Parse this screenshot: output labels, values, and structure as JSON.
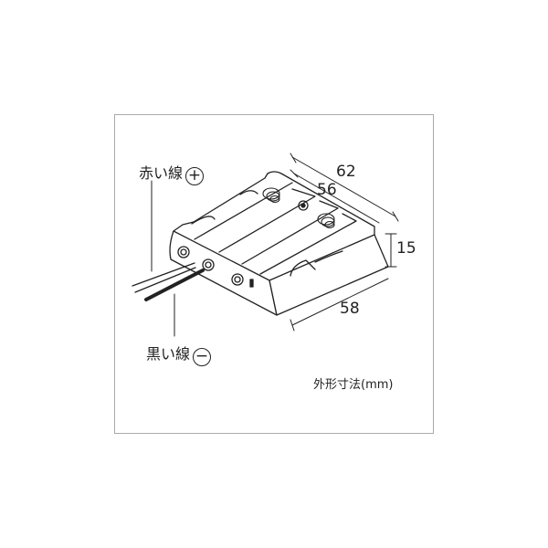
{
  "labels": {
    "red_wire": "赤い線",
    "red_symbol": "+",
    "black_wire": "黒い線",
    "black_symbol": "−"
  },
  "dimensions": {
    "outer_width": "62",
    "inner_width": "56",
    "height": "15",
    "depth": "58"
  },
  "caption": "外形寸法(mm)"
}
